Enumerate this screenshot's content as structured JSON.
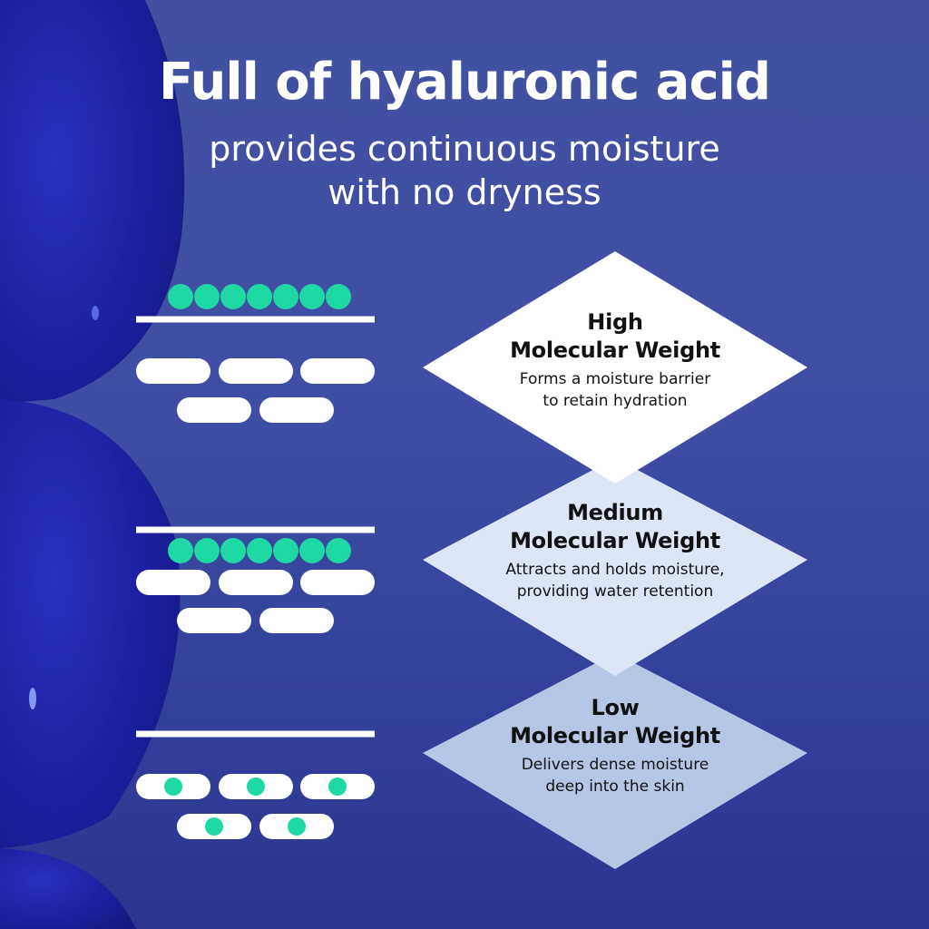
{
  "title": "Full of hyaluronic acid",
  "subtitle_line1": "provides continuous moisture",
  "subtitle_line2": "with no dryness",
  "colors": {
    "accent": "#1ed9a4",
    "diamond_high": "#ffffff",
    "diamond_medium": "#dde6f7",
    "diamond_low": "#b6c6e5"
  },
  "levels": [
    {
      "name_line1": "High",
      "name_line2": "Molecular Weight",
      "desc_line1": "Forms a moisture barrier",
      "desc_line2": "to retain hydration"
    },
    {
      "name_line1": "Medium",
      "name_line2": "Molecular Weight",
      "desc_line1": "Attracts and holds moisture,",
      "desc_line2": "providing water retention"
    },
    {
      "name_line1": "Low",
      "name_line2": "Molecular Weight",
      "desc_line1": "Delivers dense moisture",
      "desc_line2": "deep into the skin"
    }
  ]
}
